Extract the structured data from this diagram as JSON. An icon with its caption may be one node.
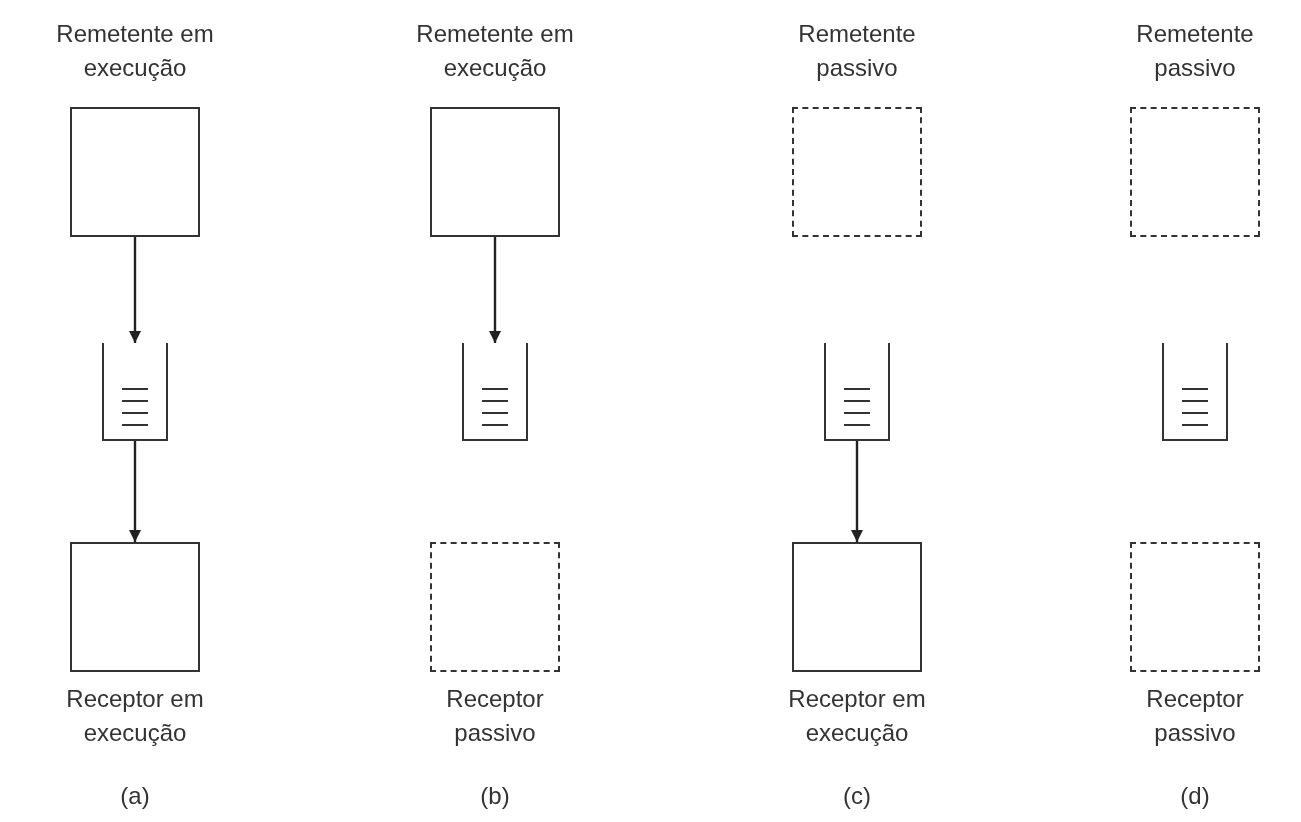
{
  "diagram": {
    "nodes": [
      {
        "text": [
          "Remetente em execução"
        ]
      },
      {
        "text": [
          "Remetente em execução"
        ]
      },
      {
        "text": [
          "Remetente passivo"
        ]
      },
      {
        "text": [
          "Remetente passivo"
        ]
      },
      {
        "text": [],
        "shape": "box"
      },
      {
        "text": [],
        "shape": "box"
      },
      {
        "text": [],
        "shape": "box"
      },
      {
        "text": [],
        "shape": "box"
      },
      {
        "text": [
          "Receptor em execução"
        ]
      },
      {
        "text": [
          "Receptor passivo"
        ]
      },
      {
        "text": [
          "Receptor em execução"
        ]
      },
      {
        "text": [
          "Receptor passivo"
        ]
      }
    ],
    "edges": [
      {
        "from": 0,
        "to": 4,
        "arrow": "to"
      },
      {
        "from": 4,
        "to": 8,
        "arrow": "to"
      },
      {
        "from": 1,
        "to": 5,
        "arrow": "to"
      },
      {
        "from": 6,
        "to": 10,
        "arrow": "to"
      }
    ],
    "labels": [
      "(a)",
      "(b)",
      "(c)",
      "(d)"
    ]
  }
}
